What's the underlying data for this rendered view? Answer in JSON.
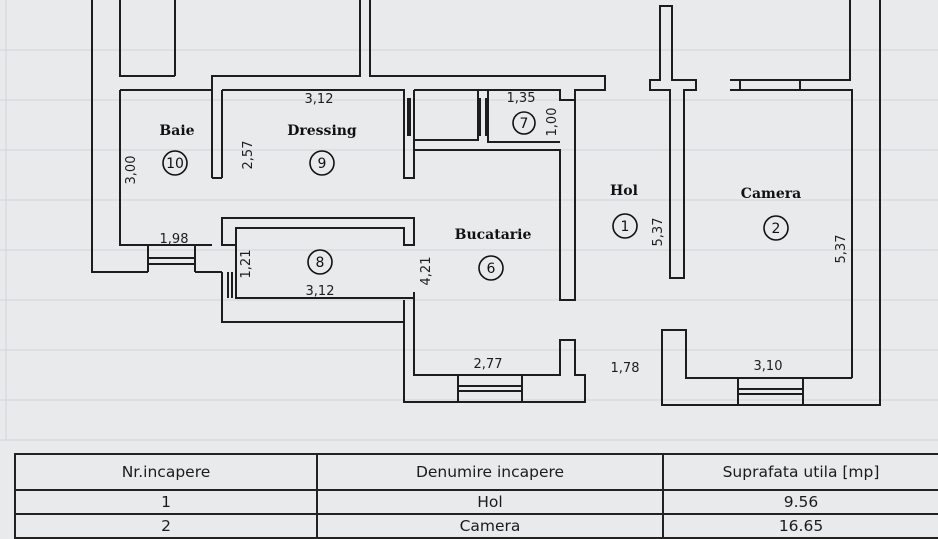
{
  "rooms": {
    "baie": {
      "name": "Baie",
      "number": "10"
    },
    "dressing": {
      "name": "Dressing",
      "number": "9"
    },
    "pantry": {
      "number": "7"
    },
    "storage": {
      "number": "8"
    },
    "bucatarie": {
      "name": "Bucatarie",
      "number": "6"
    },
    "hol": {
      "name": "Hol",
      "number": "1"
    },
    "camera": {
      "name": "Camera",
      "number": "2"
    }
  },
  "dimensions": {
    "dressing_width": "3,12",
    "pantry_width": "1,35",
    "pantry_depth": "1,00",
    "baie_height": "3,00",
    "dressing_height": "2,57",
    "baie_width": "1,98",
    "storage_height": "1,21",
    "storage_width": "3,12",
    "bucatarie_height": "4,21",
    "hol_height": "5,37",
    "camera_height": "5,37",
    "bucatarie_width": "2,77",
    "hol_width": "1,78",
    "camera_width": "3,10"
  },
  "table": {
    "headers": [
      "Nr.incapere",
      "Denumire incapere",
      "Suprafata utila [mp]"
    ],
    "rows": [
      {
        "nr": "1",
        "name": "Hol",
        "area": "9.56"
      },
      {
        "nr": "2",
        "name": "Camera",
        "area": "16.65"
      }
    ]
  }
}
